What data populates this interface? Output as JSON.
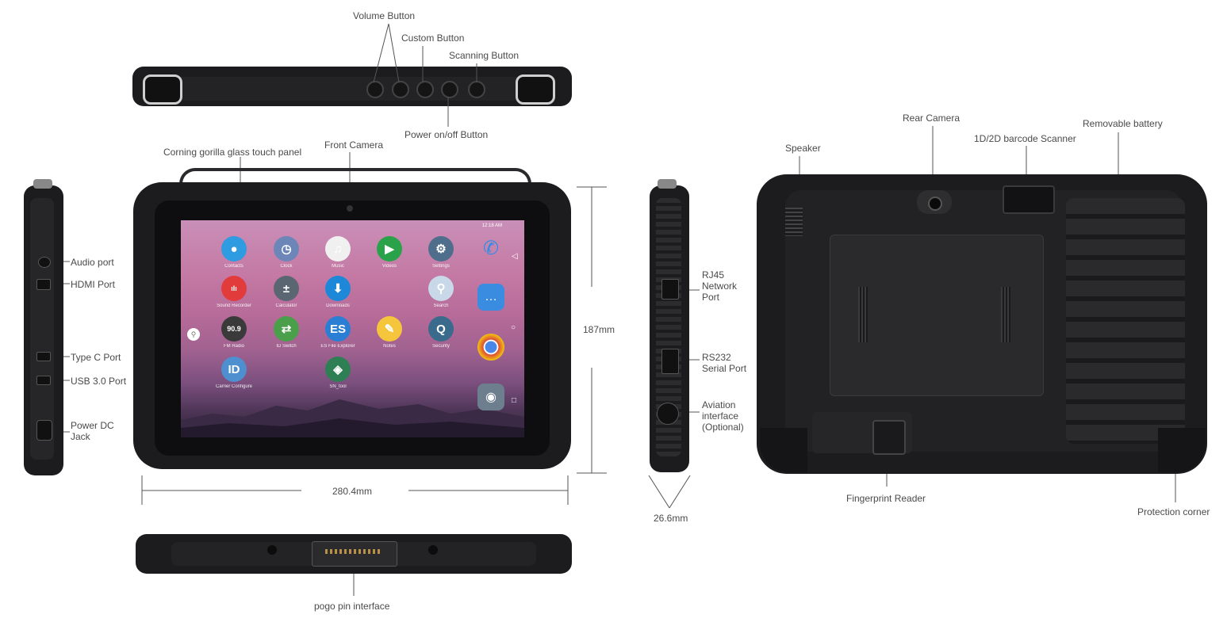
{
  "labels": {
    "volume_button": "Volume Button",
    "custom_button": "Custom Button",
    "scanning_button": "Scanning Button",
    "power_button": "Power on/off Button",
    "gorilla_glass": "Corning gorilla glass touch panel",
    "front_camera": "Front Camera",
    "audio_port": "Audio port",
    "hdmi_port": "HDMI Port",
    "type_c_port": "Type C Port",
    "usb_port": "USB 3.0 Port",
    "power_dc": "Power DC Jack",
    "height_dim": "187mm",
    "width_dim": "280.4mm",
    "pogo_pin": "pogo pin interface",
    "rj45": "RJ45 Network Port",
    "rs232": "RS232 Serial Port",
    "aviation": "Aviation interface (Optional)",
    "thickness_dim": "26.6mm",
    "speaker": "Speaker",
    "rear_camera": "Rear Camera",
    "barcode_scanner": "1D/2D barcode Scanner",
    "removable_battery": "Removable battery",
    "fingerprint_reader": "Fingerprint Reader",
    "protection_corner": "Protection corner"
  },
  "screen": {
    "status_time": "12:18 AM",
    "apps": [
      {
        "name": "Contacts",
        "glyph": "●",
        "color": "#2f9be0"
      },
      {
        "name": "Clock",
        "glyph": "◷",
        "color": "#6d86b8"
      },
      {
        "name": "Music",
        "glyph": "♫",
        "color": "#f0f0f0"
      },
      {
        "name": "Videos",
        "glyph": "▶",
        "color": "#2aa24a"
      },
      {
        "name": "Settings",
        "glyph": "⚙",
        "color": "#4f6e8c"
      },
      {
        "name": "Sound Recorder",
        "glyph": "ılı",
        "color": "#e23b3b"
      },
      {
        "name": "Calculator",
        "glyph": "±",
        "color": "#5a6672"
      },
      {
        "name": "Downloads",
        "glyph": "⬇",
        "color": "#1e88d8"
      },
      {
        "name": "Search",
        "glyph": "⚲",
        "color": "#c8d8e8"
      },
      {
        "name": "FM Radio",
        "glyph": "90.9",
        "color": "#3a3a3a"
      },
      {
        "name": "ID Switch",
        "glyph": "⇄",
        "color": "#4aa04a"
      },
      {
        "name": "ES File Explorer",
        "glyph": "ES",
        "color": "#2a7fd4"
      },
      {
        "name": "Notes",
        "glyph": "✎",
        "color": "#f5c63b"
      },
      {
        "name": "Security",
        "glyph": "Q",
        "color": "#3a6b8c"
      },
      {
        "name": "Carrier Configure",
        "glyph": "ID",
        "color": "#4e8fd0"
      },
      {
        "name": "SN_tool",
        "glyph": "◈",
        "color": "#2f7f55"
      }
    ]
  }
}
